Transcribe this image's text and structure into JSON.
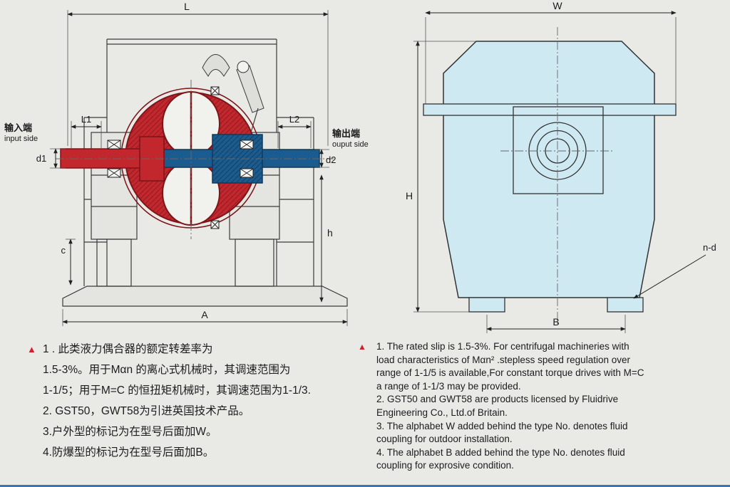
{
  "palette": {
    "bg": "#e9e9e6",
    "red": "#c1272d",
    "red_dark": "#7c1418",
    "blue": "#1c5b8d",
    "blue_dark": "#0f3a5c",
    "light_blue": "#cfe9f3",
    "footer_rule": "#3a75b0"
  },
  "section_view": {
    "labels": {
      "L": "L",
      "L1": "L1",
      "L2": "L2",
      "d1": "d1",
      "d2": "d2",
      "h": "h",
      "c": "c",
      "A": "A"
    },
    "input_side": {
      "cn": "输入端",
      "en": "input side"
    },
    "output_side": {
      "cn": "输出端",
      "en": "ouput side"
    }
  },
  "front_view": {
    "labels": {
      "W": "W",
      "H": "H",
      "B": "B",
      "nd": "n-d"
    }
  },
  "notes_cn": {
    "marker": "▲",
    "lines": [
      "1 . 此类液力偶合器的额定转差率为",
      "1.5-3%。用于Mαn 的离心式机械时，其调速范围为",
      "1-1/5；用于M=C 的恒扭矩机械时，其调速范围为1-1/3.",
      "2. GST50，GWT58为引进英国技术产品。",
      "3.户外型的标记为在型号后面加W。",
      "4.防爆型的标记为在型号后面加B。"
    ]
  },
  "notes_en": {
    "marker": "▲",
    "lines": [
      "1. The rated slip is 1.5-3%. For centrifugal machineries with",
      "load characteristics of Mαn² .stepless speed regulation over",
      "range of 1-1/5 is available,For  constant torque drives with M=C",
      "a range of 1-1/3 may be provided.",
      "2. GST50 and GWT58 are products licensed by Fluidrive",
      "Engineering Co., Ltd.of Britain.",
      "3. The alphabet W added behind the type No. denotes fluid",
      "coupling for outdoor installation.",
      "4. The alphabet B added behind the type No. denotes fluid",
      "coupling for exprosive condition."
    ]
  }
}
